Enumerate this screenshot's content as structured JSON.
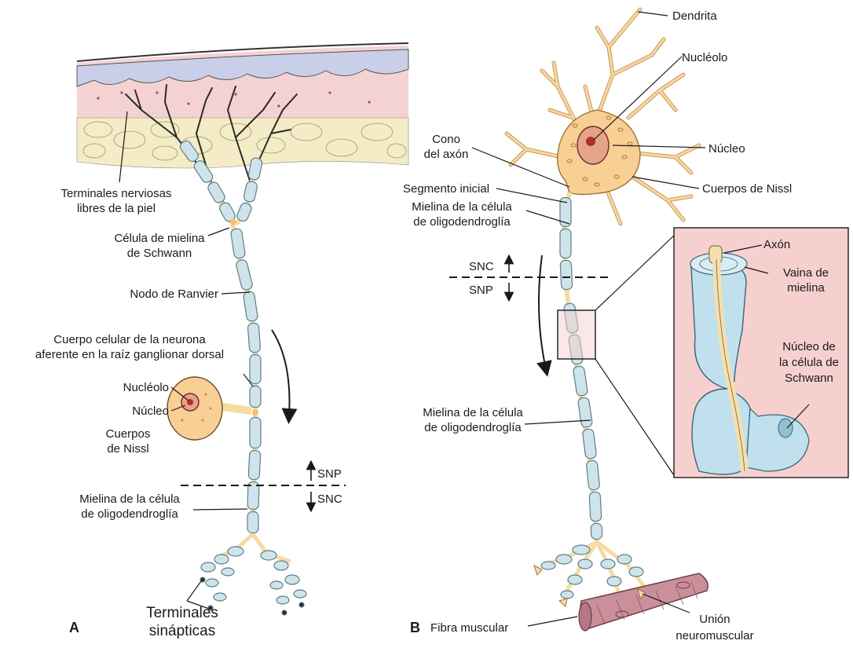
{
  "panel_a": {
    "letter": "A",
    "labels": {
      "terminales_nerviosas": [
        "Terminales nerviosas",
        "libres de la piel"
      ],
      "celula_schwann": [
        "Célula de mielina",
        "de Schwann"
      ],
      "nodo_ranvier": "Nodo de Ranvier",
      "cuerpo_celular": [
        "Cuerpo celular de la neurona",
        "aferente en la raíz ganglionar dorsal"
      ],
      "nucleolo": "Nucléolo",
      "nucleo": "Núcleo",
      "cuerpos_nissl": [
        "Cuerpos",
        "de Nissl"
      ],
      "snp": "SNP",
      "snc": "SNC",
      "mielina_oligo": [
        "Mielina de la célula",
        "de oligodendroglía"
      ],
      "terminales_sinapticas": [
        "Terminales",
        "sinápticas"
      ]
    }
  },
  "panel_b": {
    "letter": "B",
    "labels": {
      "dendrita": "Dendrita",
      "nucleolo": "Nucléolo",
      "cono_axon": [
        "Cono",
        "del axón"
      ],
      "nucleo": "Núcleo",
      "segmento_inicial": "Segmento inicial",
      "cuerpos_nissl": "Cuerpos de Nissl",
      "mielina_oligo_top": [
        "Mielina de la célula",
        "de oligodendroglía"
      ],
      "snc": "SNC",
      "snp": "SNP",
      "mielina_oligo_bottom": [
        "Mielina de la célula",
        "de oligodendroglía"
      ],
      "fibra_muscular": "Fibra muscular",
      "union_neuromuscular": [
        "Unión",
        "neuromuscular"
      ]
    },
    "inset": {
      "axon": "Axón",
      "vaina": [
        "Vaina de",
        "mielina"
      ],
      "nucleo_schwann": [
        "Núcleo de",
        "la célula de",
        "Schwann"
      ]
    }
  },
  "colors": {
    "myelin": "#cfe3ea",
    "myelin_stroke": "#5e7e8a",
    "axon": "#f6dca0",
    "cell_body": "#f8cf94",
    "nucleus": "#e5a48a",
    "nucleolus": "#b03030",
    "skin_pink": "#f4d2d2",
    "skin_fat": "#f4ecc6",
    "skin_blue": "#c9cfe8",
    "inset_bg": "#f5d0cf",
    "muscle": "#c98f9b"
  }
}
